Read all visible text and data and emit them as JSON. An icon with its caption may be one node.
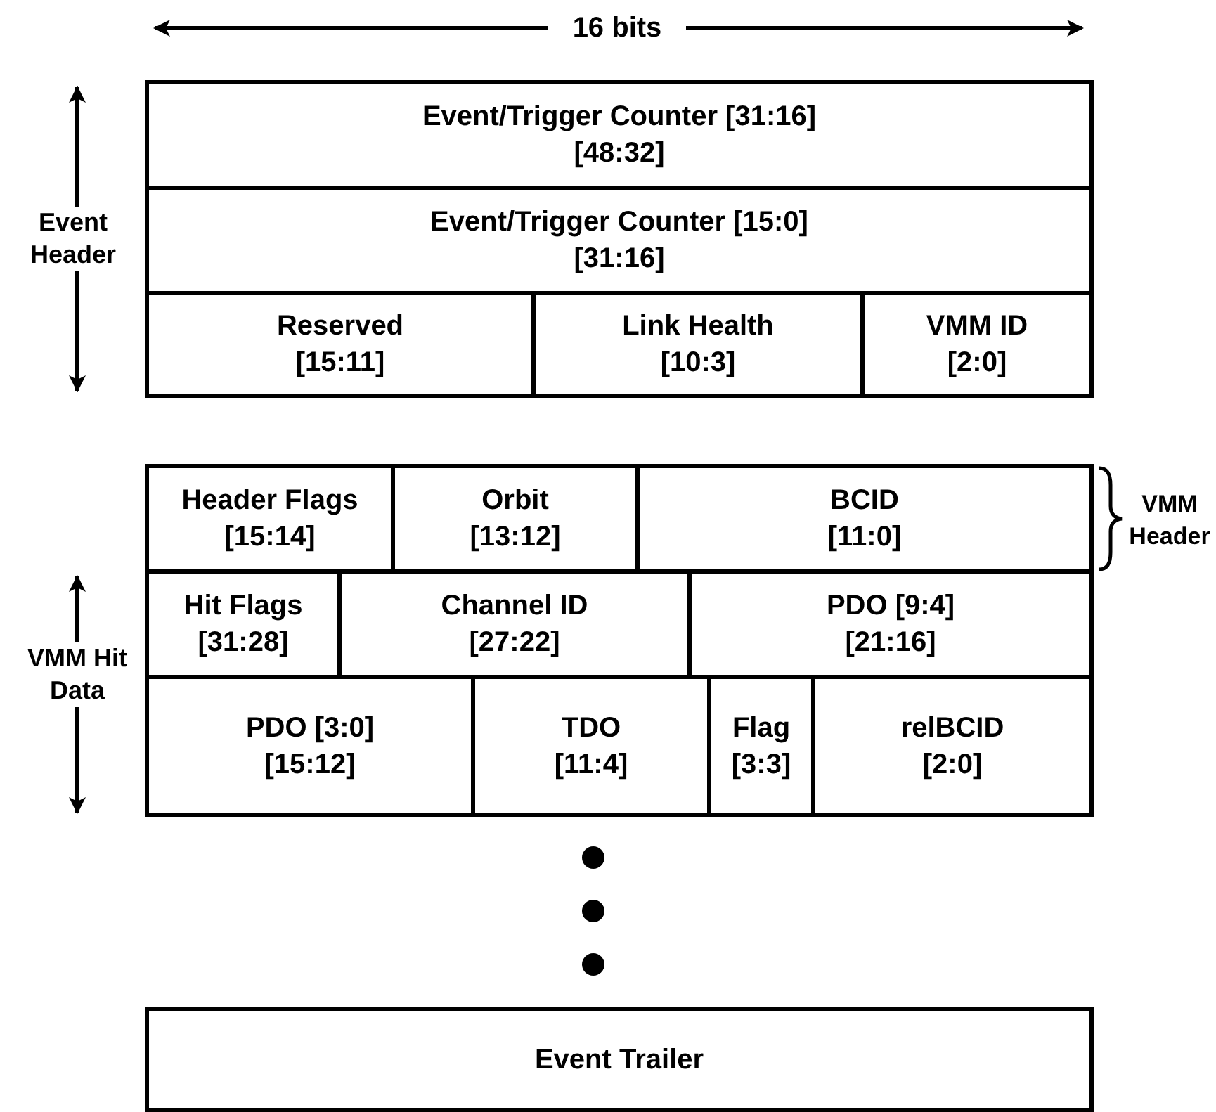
{
  "diagram": {
    "nodes": [
      {
        "text": [
          "Event/Trigger Counter [31:16]",
          "[48:32]"
        ]
      },
      {
        "text": [
          "Event/Trigger Counter [15:0]",
          "[31:16]"
        ]
      },
      {
        "text": [
          "Reserved",
          "[15:11]"
        ]
      },
      {
        "text": [
          "Link Health",
          "[10:3]"
        ]
      },
      {
        "text": [
          "VMM ID",
          "[2:0]"
        ]
      },
      {
        "text": [
          "Header Flags",
          "[15:14]"
        ]
      },
      {
        "text": [
          "Orbit",
          "[13:12]"
        ]
      },
      {
        "text": [
          "BCID",
          "[11:0]"
        ]
      },
      {
        "text": [
          "Hit Flags",
          "[31:28]"
        ]
      },
      {
        "text": [
          "Channel ID",
          "[27:22]"
        ]
      },
      {
        "text": [
          "PDO [9:4]",
          "[21:16]"
        ]
      },
      {
        "text": [
          "PDO [3:0]",
          "[15:12]"
        ]
      },
      {
        "text": [
          "TDO",
          "[11:4]"
        ]
      },
      {
        "text": [
          "Flag",
          "[3:3]"
        ]
      },
      {
        "text": [
          "relBCID",
          "[2:0]"
        ]
      },
      {
        "text": [
          "Event Trailer"
        ]
      }
    ],
    "edges": [],
    "labels": [
      "16 bits",
      "Event Header",
      "VMM Header",
      "VMM Hit Data"
    ]
  }
}
